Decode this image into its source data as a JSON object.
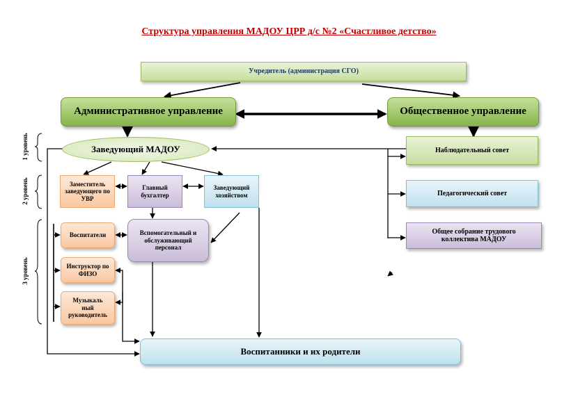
{
  "title": "Структура управления МАДОУ ЦРР д/с №2 «Счастливое детство»",
  "founder": "Учредитель (администрация СГО)",
  "admin": "Административное  управление",
  "public": "Общественное управление",
  "head": "Заведующий МАДОУ",
  "deputy": "Заместитель заведующего по УВР",
  "accountant": "Главный бухгалтер",
  "supply": "Заведующий хозяйством",
  "support_staff": "Вспомогательный и обслуживающий персонал",
  "teachers": "Воспитатели",
  "pe_instructor": "Инструктор по ФИЗО",
  "music": "Музыкаль ный руководитель",
  "pupils": "Воспитанники и их родители",
  "supervisory": "Наблюдательный совет",
  "pedagogical": "Педагогический совет",
  "assembly": "Общее собрание трудового коллектива МАДОУ",
  "levels": {
    "l1": "1 уровень",
    "l2": "2 уровень",
    "l3": "3 уровень"
  },
  "colors": {
    "title": "#c00000",
    "green": "#9bbb59",
    "peach": "#f9c7a0",
    "lilac": "#cbbdd9",
    "cyan": "#bfe1ee"
  }
}
